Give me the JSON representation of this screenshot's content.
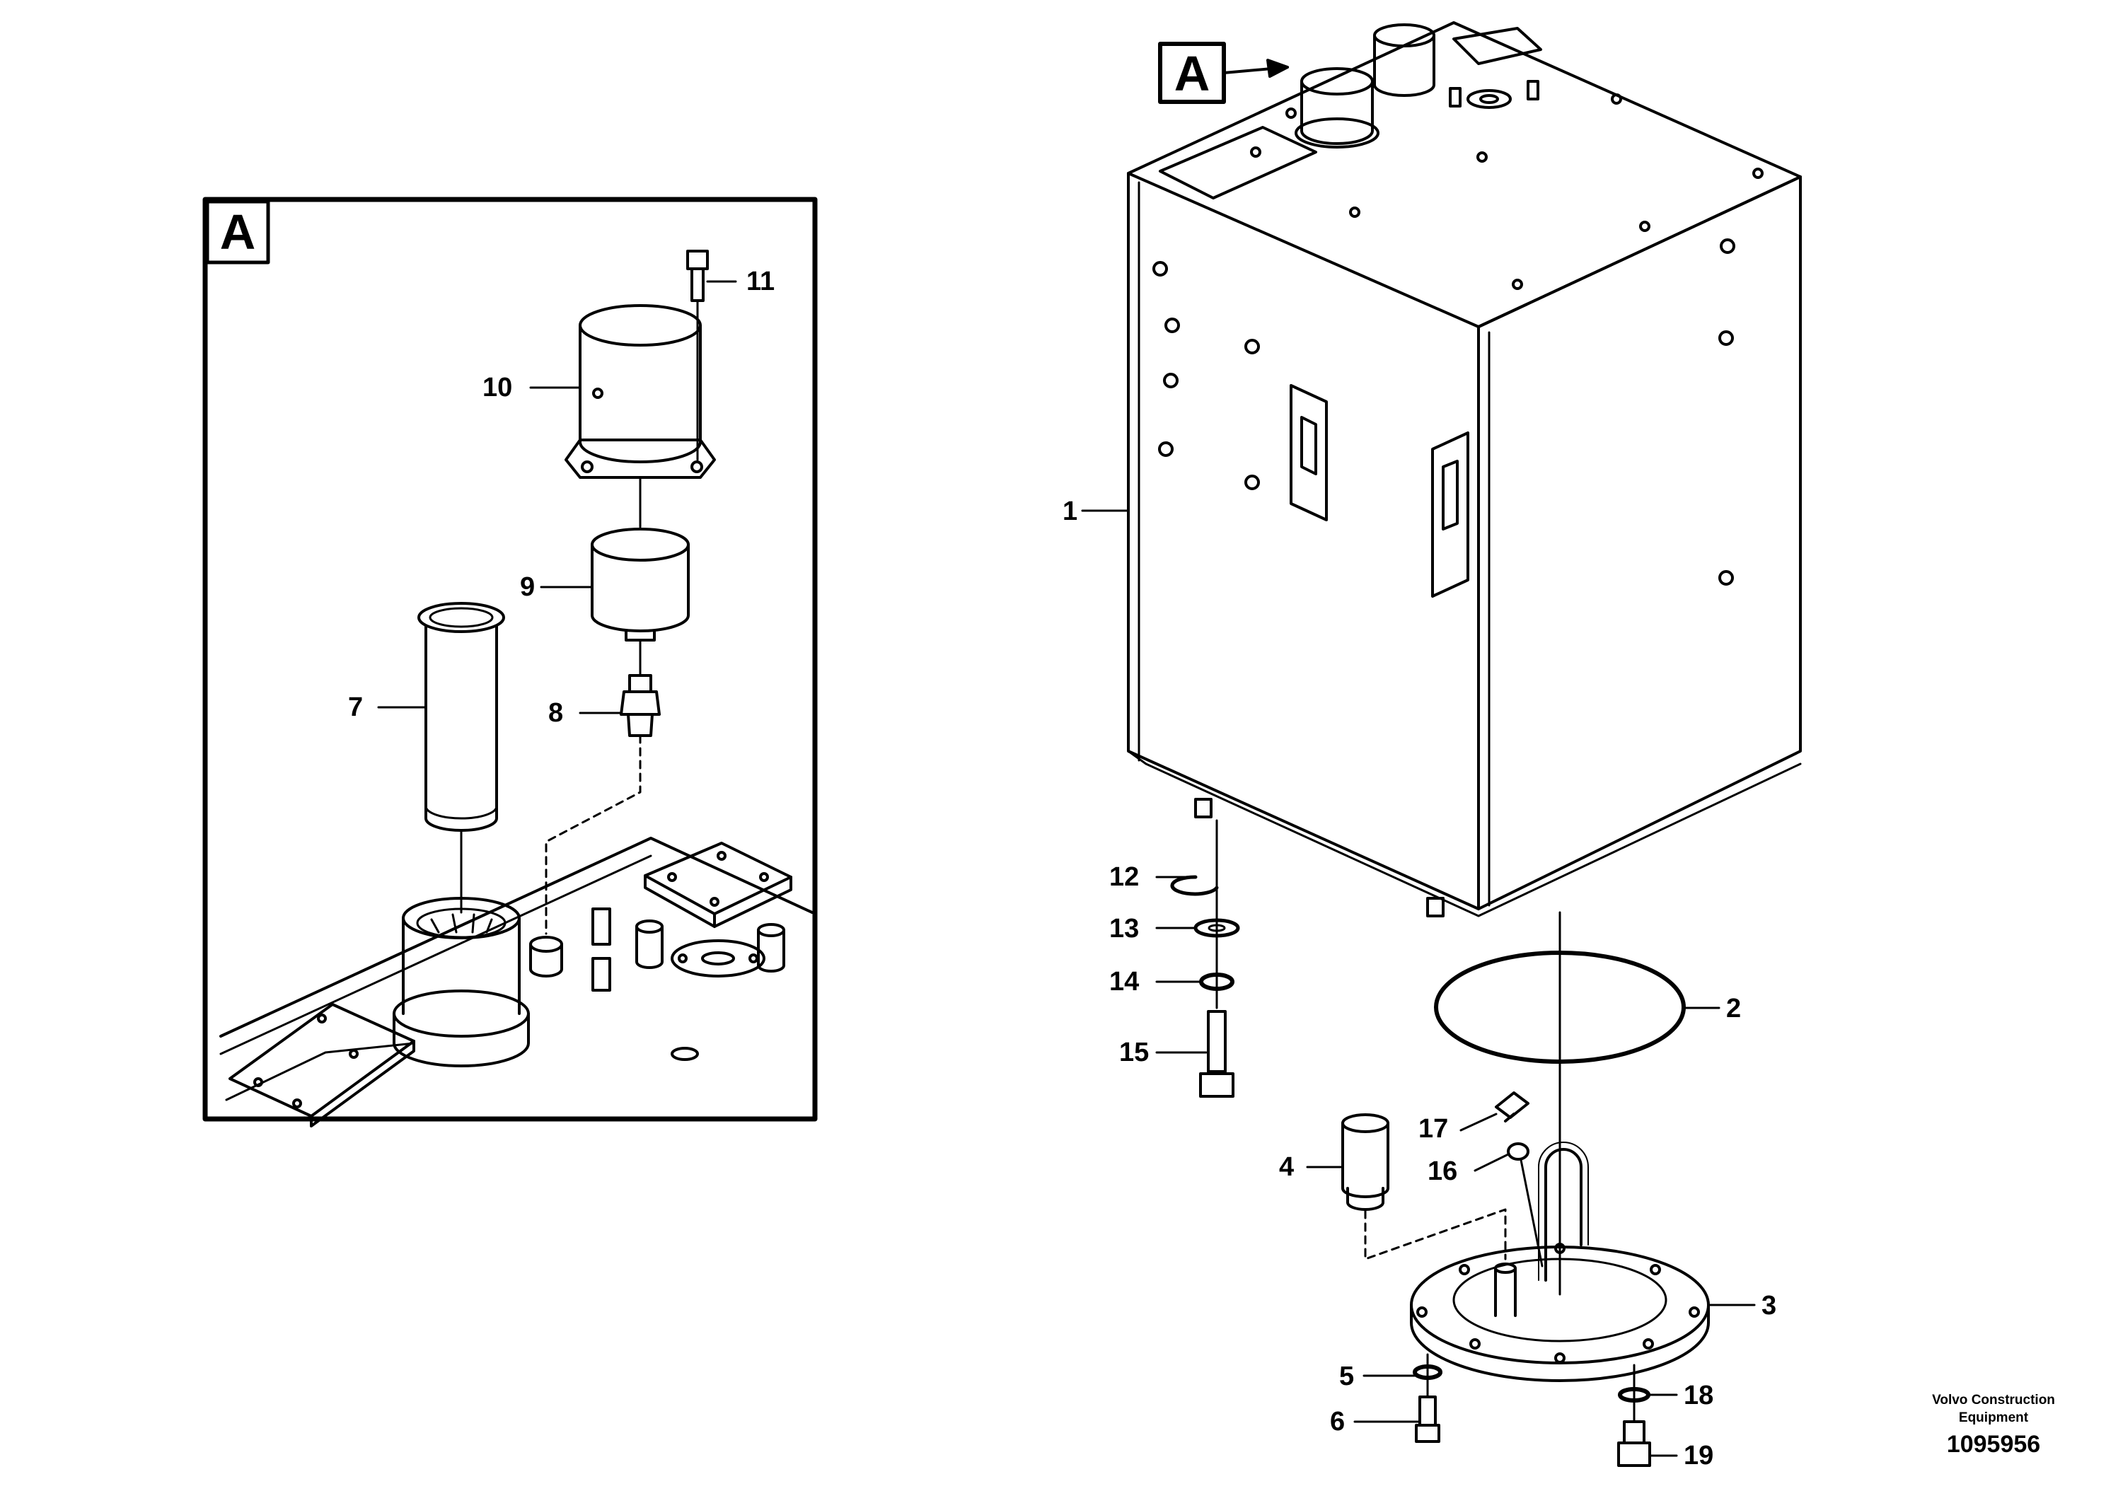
{
  "detail": {
    "marker": "A"
  },
  "callouts": {
    "c1": "1",
    "c2": "2",
    "c3": "3",
    "c4": "4",
    "c5": "5",
    "c6": "6",
    "c7": "7",
    "c8": "8",
    "c9": "9",
    "c10": "10",
    "c11": "11",
    "c12": "12",
    "c13": "13",
    "c14": "14",
    "c15": "15",
    "c16": "16",
    "c17": "17",
    "c18": "18",
    "c19": "19"
  },
  "footer": {
    "brand_line1": "Volvo Construction",
    "brand_line2": "Equipment",
    "doc_number": "1095956"
  }
}
